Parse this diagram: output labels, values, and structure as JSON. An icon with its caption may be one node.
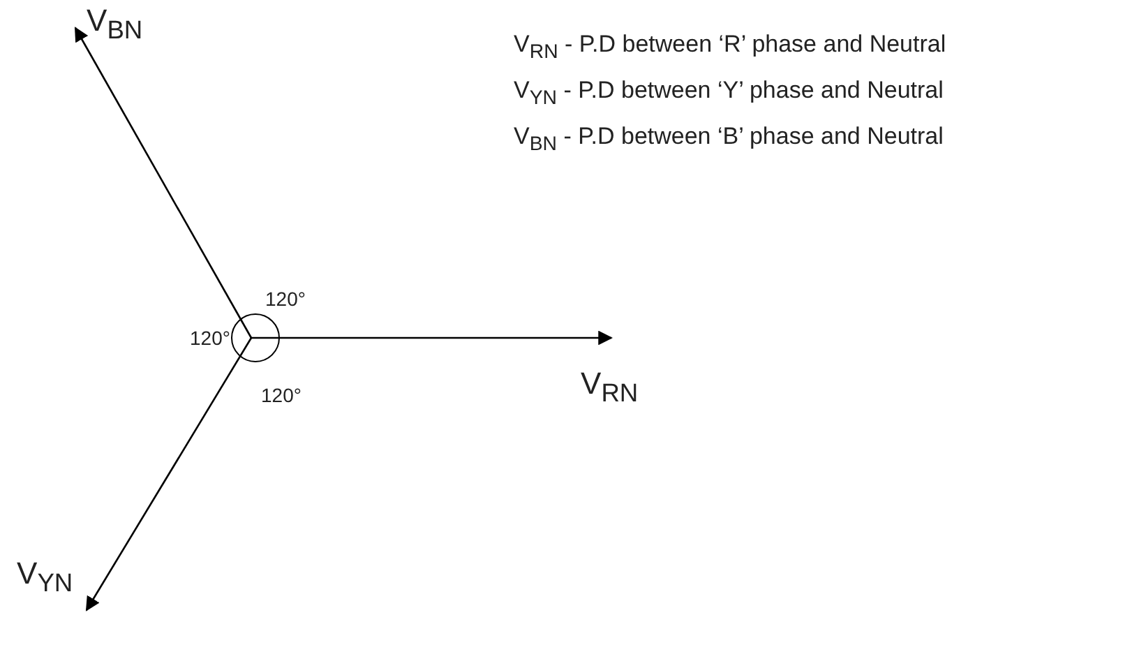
{
  "diagram": {
    "labels": [
      "V$_{BN}$",
      "V$_{RN}$ - P.D between ‘R’ phase and Neutral",
      "V$_{YN}$ - P.D between ‘Y’ phase and Neutral",
      "V$_{BN}$ - P.D between ‘B’ phase and Neutral",
      "120°",
      "120°",
      "120°",
      "V$_{RN}$",
      "V$_{YN}$"
    ]
  }
}
